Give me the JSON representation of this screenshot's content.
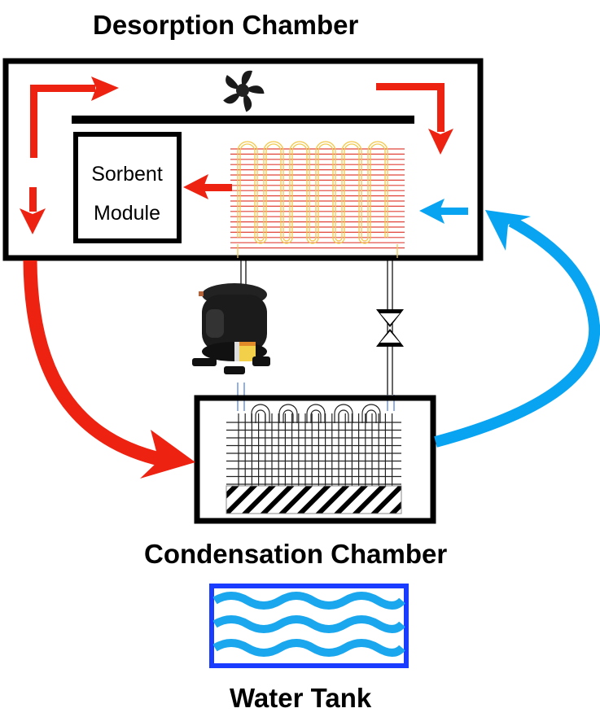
{
  "labels": {
    "desorption_chamber": "Desorption Chamber",
    "condensation_chamber": "Condensation Chamber",
    "water_tank": "Water Tank",
    "sorbent_line1": "Sorbent",
    "sorbent_line2": "Module"
  },
  "components": [
    {
      "name": "desorption-chamber",
      "type": "enclosure"
    },
    {
      "name": "fan",
      "type": "icon",
      "icon": "fan-icon"
    },
    {
      "name": "baffle",
      "type": "divider"
    },
    {
      "name": "sorbent-module",
      "type": "box"
    },
    {
      "name": "heating-coil",
      "type": "heat-exchanger",
      "role": "condenser (hot side)"
    },
    {
      "name": "compressor",
      "type": "icon",
      "icon": "compressor-icon"
    },
    {
      "name": "expansion-valve",
      "type": "icon",
      "icon": "valve-icon"
    },
    {
      "name": "condensation-chamber",
      "type": "enclosure"
    },
    {
      "name": "cooling-coil",
      "type": "heat-exchanger",
      "role": "evaporator (cold side)"
    },
    {
      "name": "water-collector",
      "type": "hatched-region"
    },
    {
      "name": "water-tank",
      "type": "tank",
      "icon": "water-waves-icon"
    }
  ],
  "flows": [
    {
      "name": "hot-air-up-left",
      "color": "#ee2211",
      "direction": "up-then-right"
    },
    {
      "name": "hot-air-top-right",
      "color": "#ee2211",
      "direction": "right-then-down"
    },
    {
      "name": "hot-air-to-sorbent",
      "color": "#ee2211",
      "direction": "left"
    },
    {
      "name": "hot-air-down-left",
      "color": "#ee2211",
      "direction": "down"
    },
    {
      "name": "humid-air-to-condenser",
      "color": "#ee2211",
      "direction": "down-curve-right"
    },
    {
      "name": "dry-air-return",
      "color": "#08a4f2",
      "direction": "up-curve-left"
    },
    {
      "name": "cool-air-in",
      "color": "#08a4f2",
      "direction": "left"
    }
  ],
  "colors": {
    "hot_flow": "#ee2211",
    "cold_flow": "#08a4f2",
    "coil_tube": "#f2c94c",
    "coil_fin": "#e0443a",
    "tank_border": "#1a3cff",
    "tank_water": "#1aa7ee",
    "outline": "#000000"
  }
}
